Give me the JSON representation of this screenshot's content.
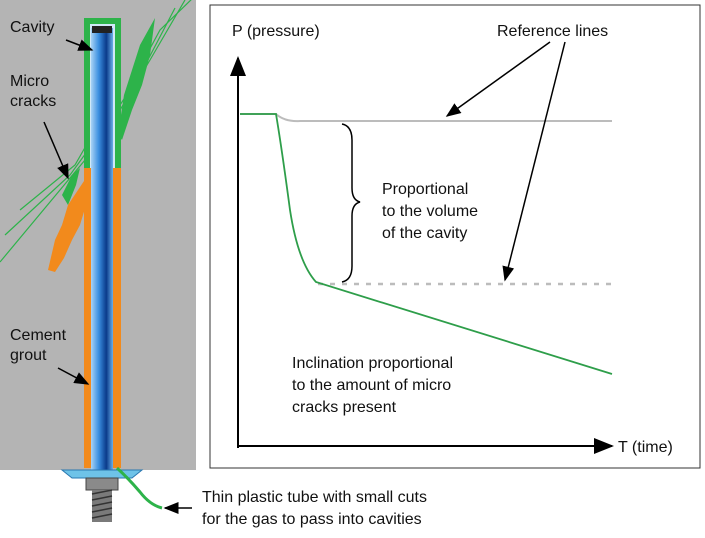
{
  "left_panel": {
    "labels": {
      "cavity": "Cavity",
      "micro_cracks_1": "Micro",
      "micro_cracks_2": "cracks",
      "cement_1": "Cement",
      "cement_2": "grout"
    },
    "tube_caption": {
      "line1": "Thin plastic tube with small cuts",
      "line2": "for the gas to pass into cavities"
    },
    "colors": {
      "rock": "#b4b4b4",
      "grout": "#f28a1c",
      "crack": "#2db34a",
      "bolt_blue": "#3a8fd8",
      "plate": "#6ec3e8"
    }
  },
  "chart": {
    "y_axis_label": "P (pressure)",
    "x_axis_label": "T (time)",
    "reference_label": "Reference lines",
    "brace_label": [
      "Proportional",
      "to the volume",
      "of the cavity"
    ],
    "slope_label": [
      "Inclination proportional",
      "to the amount of micro",
      "cracks present"
    ],
    "colors": {
      "curve": "#2e9e4a",
      "reference": "#bcbcbc",
      "axis": "#000000"
    }
  }
}
